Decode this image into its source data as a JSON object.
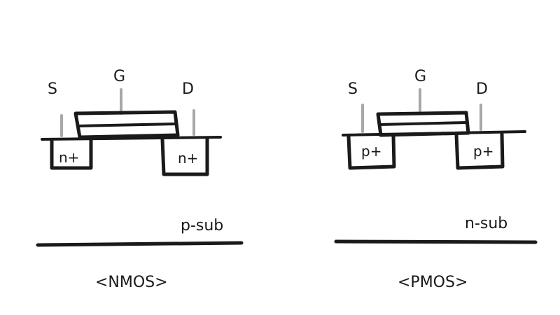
{
  "diagrams": [
    {
      "caption": "<NMOS>",
      "source_label": "S",
      "gate_label": "G",
      "drain_label": "D",
      "source_doping": "n+",
      "drain_doping": "n+",
      "substrate_label": "p-sub"
    },
    {
      "caption": "<PMOS>",
      "source_label": "S",
      "gate_label": "G",
      "drain_label": "D",
      "source_doping": "p+",
      "drain_doping": "p+",
      "substrate_label": "n-sub"
    }
  ],
  "colors": {
    "ink": "#1a1a1a",
    "terminal": "#a8a8a8",
    "background": "#ffffff"
  }
}
